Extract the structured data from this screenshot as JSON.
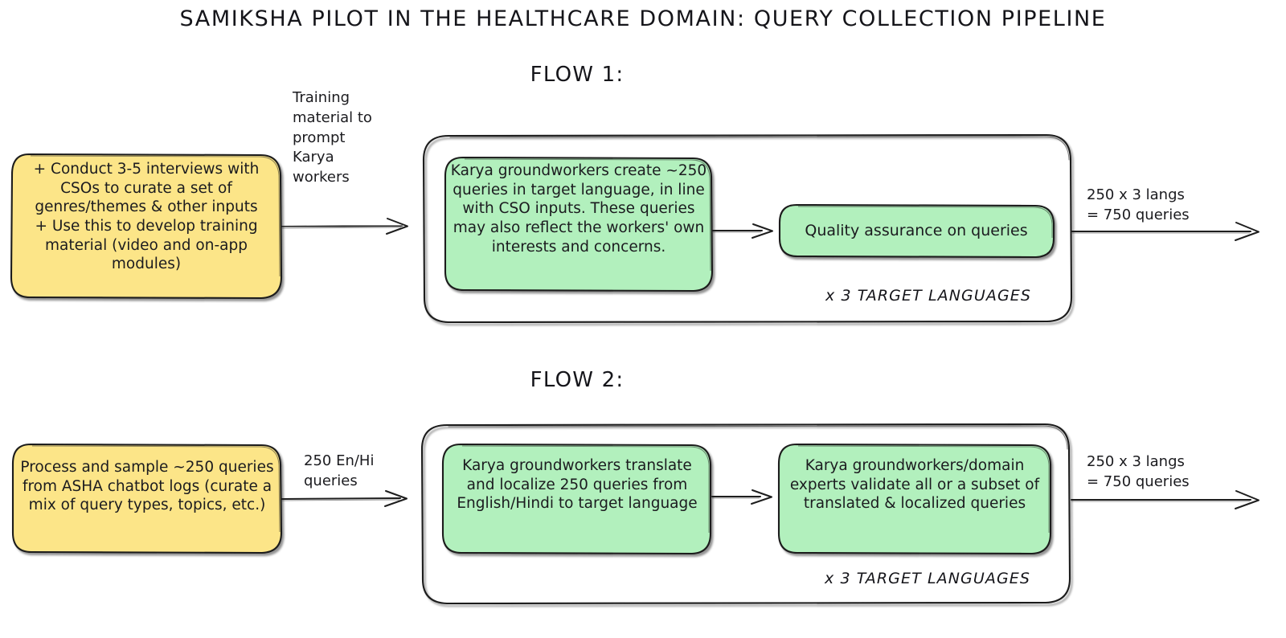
{
  "title": "SAMIKSHA PILOT IN THE HEALTHCARE DOMAIN: QUERY COLLECTION PIPELINE",
  "colors": {
    "yellow_fill": "#fce588",
    "green_fill": "#b2f0bd",
    "stroke": "#1e1e1e",
    "background": "#ffffff"
  },
  "flows": [
    {
      "heading": "FLOW 1:",
      "source_node": {
        "label": "+ Conduct 3-5 interviews with CSOs to curate a set of genres/themes & other inputs\n+ Use this to develop training material (video and on-app modules)",
        "fill": "#fce588"
      },
      "edge_in_label": "Training\nmaterial to\nprompt\nKarya\nworkers",
      "group_label": "x 3 TARGET LANGUAGES",
      "steps": [
        {
          "label": "Karya groundworkers create ~250 queries in target language, in line with CSO inputs. These queries may also reflect the workers' own interests and concerns.",
          "fill": "#b2f0bd"
        },
        {
          "label": "Quality assurance on queries",
          "fill": "#b2f0bd"
        }
      ],
      "edge_out_label": "250 x 3 langs\n= 750 queries"
    },
    {
      "heading": "FLOW 2:",
      "source_node": {
        "label": "Process and sample ~250 queries from ASHA chatbot logs (curate a mix of query types, topics, etc.)",
        "fill": "#fce588"
      },
      "edge_in_label": "250 En/Hi\nqueries",
      "group_label": "x 3 TARGET LANGUAGES",
      "steps": [
        {
          "label": "Karya groundworkers translate and localize 250 queries from English/Hindi to target language",
          "fill": "#b2f0bd"
        },
        {
          "label": "Karya groundworkers/domain experts validate all or a subset of translated & localized queries",
          "fill": "#b2f0bd"
        }
      ],
      "edge_out_label": "250 x 3 langs\n= 750 queries"
    }
  ]
}
